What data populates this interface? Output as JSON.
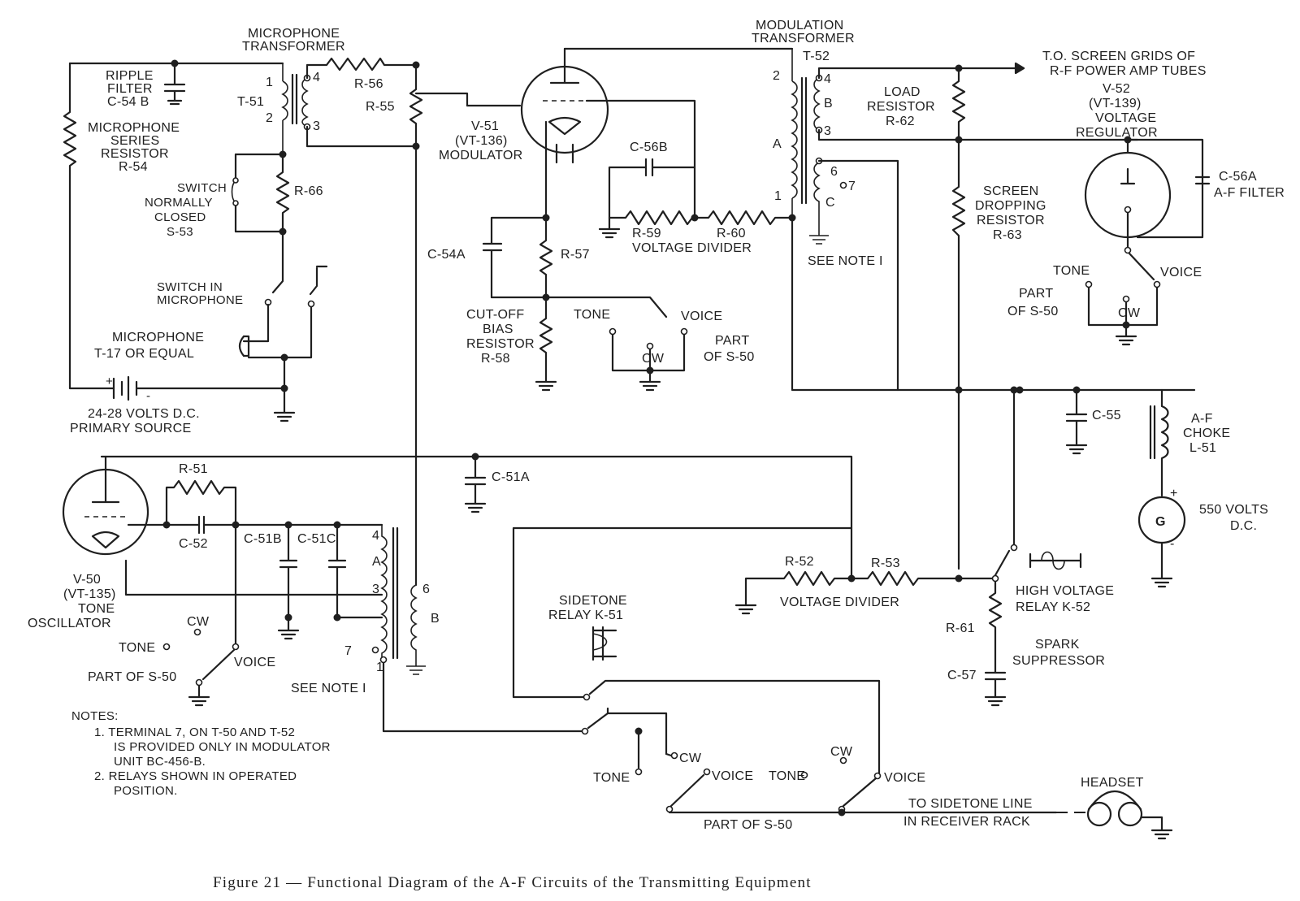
{
  "caption": "Figure 21 — Functional Diagram of the A-F Circuits of the Transmitting Equipment",
  "labels": {
    "mic_transformer_1": "MICROPHONE",
    "mic_transformer_2": "TRANSFORMER",
    "ripple_1": "RIPPLE",
    "ripple_2": "FILTER",
    "ripple_3": "C-54 B",
    "t51": "T-51",
    "r56": "R-56",
    "r55": "R-55",
    "mic_series_1": "MICROPHONE",
    "mic_series_2": "SERIES",
    "mic_series_3": "RESISTOR",
    "mic_series_4": "R-54",
    "r66": "R-66",
    "sw_nc_1": "SWITCH",
    "sw_nc_2": "NORMALLY",
    "sw_nc_3": "CLOSED",
    "sw_nc_4": "S-53",
    "sw_mic_1": "SWITCH    IN",
    "sw_mic_2": "MICROPHONE",
    "mic_1": "MICROPHONE",
    "mic_2": "T-17 OR EQUAL",
    "primary_1": "24-28  VOLTS D.C.",
    "primary_2": "PRIMARY SOURCE",
    "v51_1": "V-51",
    "v51_2": "(VT-136)",
    "v51_3": "MODULATOR",
    "c56b": "C-56B",
    "r59": "R-59",
    "r60": "R-60",
    "vdiv_top": "VOLTAGE DIVIDER",
    "c54a": "C-54A",
    "r57": "R-57",
    "cutoff_1": "CUT-OFF",
    "cutoff_2": "BIAS",
    "cutoff_3": "RESISTOR",
    "cutoff_4": "R-58",
    "tone": "TONE",
    "voice": "VOICE",
    "cw": "CW",
    "part_of_s50": "PART OF S-50",
    "part_1": "PART",
    "part_2": "OF S-50",
    "mod_tr_1": "MODULATION",
    "mod_tr_2": "TRANSFORMER",
    "t52": "T-52",
    "see_note": "SEE NOTE I",
    "screen_1": "T.O. SCREEN GRIDS OF",
    "screen_2": "R-F POWER AMP TUBES",
    "load_1": "LOAD",
    "load_2": "RESISTOR",
    "load_3": "R-62",
    "v52_1": "V-52",
    "v52_2": "(VT-139)",
    "v52_3": "VOLTAGE",
    "v52_4": "REGULATOR",
    "c56a": "C-56A",
    "af_filter": "A-F FILTER",
    "sdrop_1": "SCREEN",
    "sdrop_2": "DROPPING",
    "sdrop_3": "RESISTOR",
    "sdrop_4": "R-63",
    "c55": "C-55",
    "choke_1": "A-F",
    "choke_2": "CHOKE",
    "choke_3": "L-51",
    "g": "G",
    "v550_1": "550   VOLTS",
    "v550_2": "D.C.",
    "r51": "R-51",
    "c52": "C-52",
    "c51a": "C-51A",
    "c51b": "C-51B",
    "c51c": "C-51C",
    "v50_1": "V-50",
    "v50_2": "(VT-135)",
    "v50_3": "TONE",
    "v50_4": "OSCILLATOR",
    "part_of_s50_b": "PART OF S-50",
    "sidetone_1": "SIDETONE",
    "sidetone_2": "RELAY  K-51",
    "r52": "R-52",
    "r53": "R-53",
    "vdiv_mid": "VOLTAGE  DIVIDER",
    "hv_1": "HIGH VOLTAGE",
    "hv_2": "RELAY    K-52",
    "r61": "R-61",
    "spark_1": "SPARK",
    "spark_2": "SUPPRESSOR",
    "c57": "C-57",
    "notes_title": "NOTES:",
    "note1_1": "1.  TERMINAL  7, ON  T-50 AND  T-52",
    "note1_2": "IS PROVIDED  ONLY  IN MODULATOR",
    "note1_3": "UNIT   BC-456-B.",
    "note2_1": "2.  RELAYS  SHOWN  IN  OPERATED",
    "note2_2": "POSITION.",
    "headset": "HEADSET",
    "sidetone_line_1": "TO SIDETONE LINE",
    "sidetone_line_2": "IN  RECEIVER RACK",
    "part_of_s50_c": "PART  OF  S-50",
    "pin1": "1",
    "pin2": "2",
    "pin3": "3",
    "pin4": "4",
    "pin6": "6",
    "pin7": "7",
    "pinA": "A",
    "pinB": "B",
    "pinC": "C",
    "plus": "+",
    "minus": "-"
  }
}
